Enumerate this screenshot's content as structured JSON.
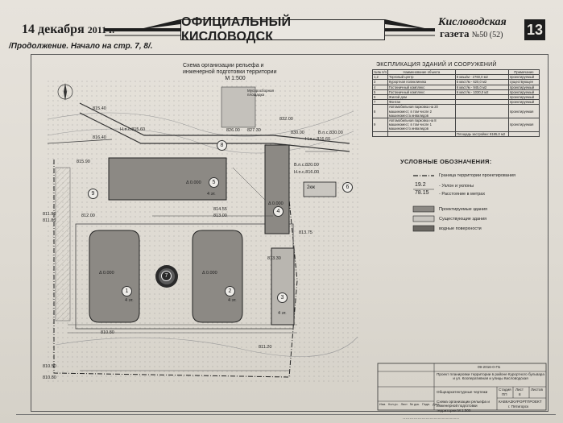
{
  "masthead": {
    "date": "14 декабря",
    "year": "2011 г.",
    "section_title": "ОФИЦИАЛЬНЫЙ КИСЛОВОДСК",
    "brand_name": "Кисловодская",
    "brand_sub": "газета",
    "issue": "№50 (52)",
    "page_number": "13"
  },
  "continuation": "/Продолжение. Начало на стр. 7, 8/.",
  "plan": {
    "title_line1": "Схема организации рельефа и",
    "title_line2": "инженерной подготовки территории",
    "scale": "М 1:500",
    "building_label_2nd": "2кж",
    "mark_floors": "4 эт."
  },
  "explication": {
    "title": "ЭКСПЛИКАЦИЯ ЗДАНИЙ И СООРУЖЕНИЙ",
    "headers": [
      "№№ п/п",
      "Наименование объекта",
      "",
      "Примечание"
    ],
    "rows": [
      [
        "1,2",
        "Торговый центр",
        "8 маш/м - 2760,0 м2",
        "проектируемый"
      ],
      [
        "3",
        "Курортная поликлиника",
        "5 маст/м - 620,0 м2",
        "существующее"
      ],
      [
        "4",
        "Гостиничный комплекс",
        "6 маст/м - 945,0 м2",
        "проектируемый"
      ],
      [
        "5",
        "Гостиничный комплекс",
        "6 маст/м - 1030,0 м2",
        "проектируемый"
      ],
      [
        "6",
        "Жилой дом",
        "",
        "проектируемый"
      ],
      [
        "7",
        "Фонтан",
        "",
        "проектируемый"
      ],
      [
        "8",
        "Автомобильная парковка на 20 машиномест, в том числе 2 машиноместа инвалидов",
        "",
        "проектируемая"
      ],
      [
        "9",
        "Автомобильная парковка на 8 машиномест, в том числе 1 машиноместо инвалидов",
        "",
        "проектируемая"
      ],
      [
        "",
        "",
        "Площадь застройки: 8185,0 м2",
        ""
      ]
    ]
  },
  "legend": {
    "title": "УСЛОВНЫЕ ОБОЗНАЧЕНИЯ:",
    "boundary": "Граница территории проектирования",
    "elev_top": "19.2",
    "elev_bottom": "78.15",
    "elev_desc_top": "- Уклон и уклоны",
    "elev_desc_bottom": "- Расстояние в метрах",
    "projected": "Проектируемые здания",
    "existing": "Существующие здания",
    "water": "водные поверхности"
  },
  "title_block": {
    "code": "09-2016-0-П1",
    "project": "Проект планировки территории в районе Курортного бульвара и ул. Кооперативная и улицы Кисловодская",
    "stage_header": "Стадия",
    "sheet_header": "Лист",
    "sheets_header": "Листов",
    "stage": "ПП",
    "sheet": "8",
    "drawing_name": "Схема организации рельефа и инженерной подготовки территории М 1:500",
    "org": "КАВКАЗКУРОРТПРОЕКТ",
    "city": "г. Пятигорск",
    "general": "Общеархитектурные чертежи",
    "col_labels": [
      "Изм.",
      "Кол.уч.",
      "Лист",
      "№ док.",
      "Подп.",
      "Дата"
    ]
  },
  "elevations": [
    "815.40",
    "816.40",
    "815.90",
    "Н.п.с.815.60",
    "826.00",
    "827.30",
    "832.00",
    "830.00",
    "В.п.с.830.00",
    "Н.п.с.816.60",
    "В.п.с.820.00",
    "Н.п.с.816.00",
    "811.90",
    "811.80",
    "812.00",
    "814.55",
    "813.00",
    "813.30",
    "813.75",
    "810.80",
    "811.20",
    "810.50",
    "810.80"
  ],
  "zero_mark": "Δ 0.000",
  "marks": [
    "1",
    "2",
    "3",
    "4",
    "5",
    "6",
    "7",
    "8",
    "9"
  ],
  "annotation": "Мусоросборная площадка"
}
